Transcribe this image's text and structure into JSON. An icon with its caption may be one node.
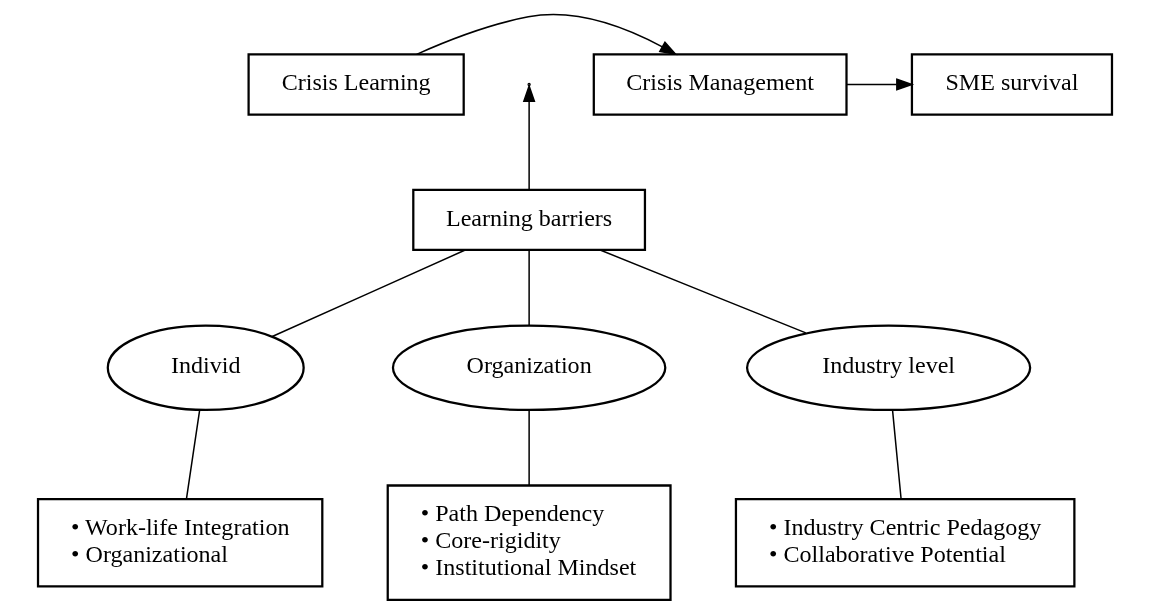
{
  "diagram": {
    "nodes": [
      {
        "text": [
          "Crisis Learning"
        ]
      },
      {
        "text": [
          "Crisis Management"
        ]
      },
      {
        "text": [
          "SME survival"
        ]
      },
      {
        "text": [
          "Learning barriers"
        ]
      },
      {
        "text": [
          "Individ"
        ]
      },
      {
        "text": [
          "Organization"
        ]
      },
      {
        "text": [
          "Industry level"
        ]
      },
      {
        "text": [
          "• Work-life Integration",
          "• Organizational"
        ]
      },
      {
        "text": [
          "• Path Dependency",
          "• Core-rigidity",
          "• Institutional Mindset"
        ]
      },
      {
        "text": [
          "• Industry Centric Pedagogy",
          "• Collaborative Potential"
        ]
      }
    ],
    "edges": [
      {
        "from": 0,
        "to": 1,
        "arrow": "to"
      },
      {
        "from": 1,
        "to": 2,
        "arrow": "to"
      },
      {
        "from": 3,
        "to": null,
        "arrow": "to"
      },
      {
        "from": 3,
        "to": 4,
        "arrow": "none"
      },
      {
        "from": 3,
        "to": 5,
        "arrow": "none"
      },
      {
        "from": 3,
        "to": 6,
        "arrow": "none"
      },
      {
        "from": 4,
        "to": 7,
        "arrow": "none"
      },
      {
        "from": 5,
        "to": 8,
        "arrow": "none"
      },
      {
        "from": 6,
        "to": 9,
        "arrow": "none"
      }
    ]
  }
}
